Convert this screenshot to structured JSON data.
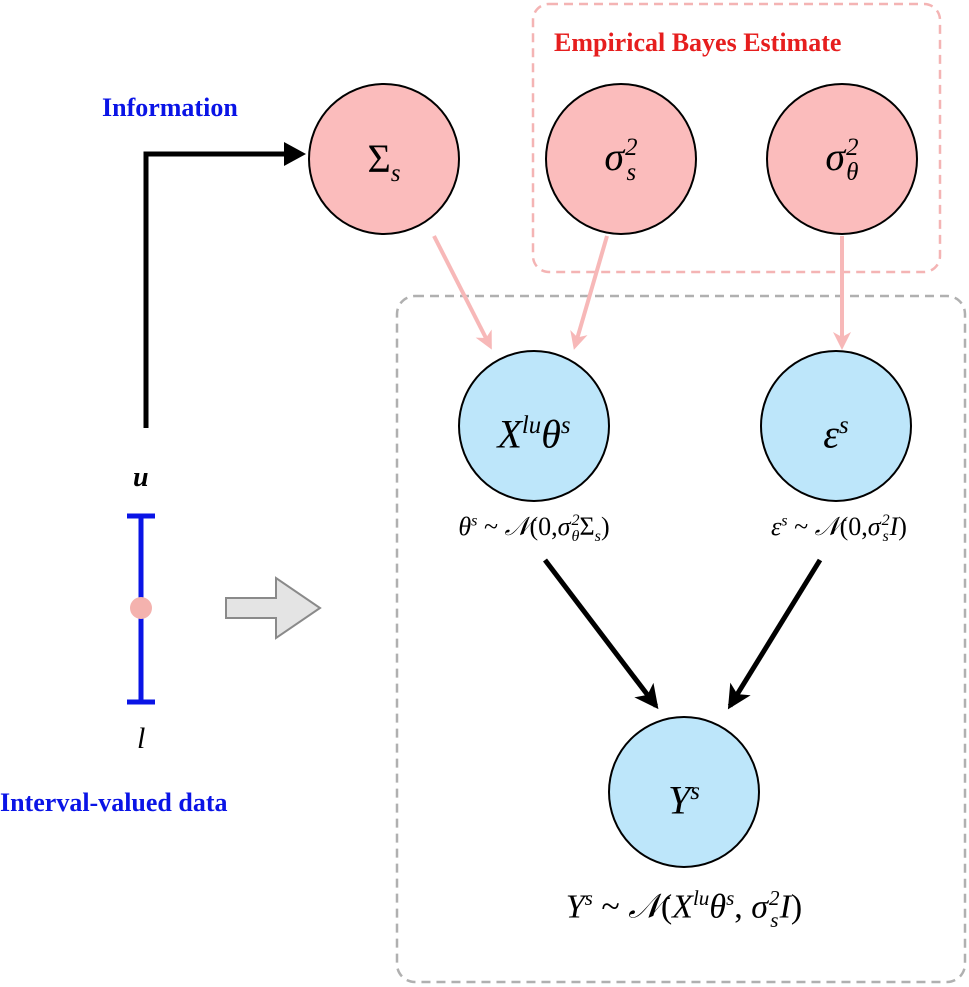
{
  "labels": {
    "information": "Information",
    "empirical_bayes": "Empirical Bayes Estimate",
    "interval_data": "Interval-valued data",
    "upper": "u",
    "lower": "l"
  },
  "nodes": {
    "sigma_cap": {
      "base": "Σ",
      "sub": "s"
    },
    "sigma_s_sq": {
      "base": "σ",
      "sup": "2",
      "sub": "s"
    },
    "sigma_theta_sq": {
      "base": "σ",
      "sup": "2",
      "sub": "θ"
    },
    "x_theta": {
      "x": "X",
      "x_sup": "lu",
      "theta": "θ",
      "theta_sup": "s"
    },
    "epsilon": {
      "base": "ε",
      "sup": "s"
    },
    "y": {
      "base": "Y",
      "sup": "s"
    }
  },
  "formulas": {
    "theta_dist": {
      "lhs": "θ",
      "lhs_sup": "s",
      "tilde": " ~ ",
      "N": "𝒩",
      "open": "(0,",
      "sig": "σ",
      "sig_sup": "2",
      "sig_sub": "θ",
      "Sigma": "Σ",
      "Sigma_sub": "s",
      "close": ")"
    },
    "eps_dist": {
      "lhs": "ε",
      "lhs_sup": "s",
      "tilde": " ~ ",
      "N": "𝒩",
      "open": "(0,",
      "sig": "σ",
      "sig_sup": "2",
      "sig_sub": "s",
      "I": "I",
      "close": ")"
    },
    "y_dist": {
      "lhs": "Y",
      "lhs_sup": "s",
      "tilde": " ~ ",
      "N": "𝒩",
      "open": "(",
      "X": "X",
      "X_sup": "lu",
      "theta": "θ",
      "theta_sup": "s",
      "comma": ", ",
      "sig": "σ",
      "sig_sup": "2",
      "sig_sub": "s",
      "I": "I",
      "close": ")"
    }
  },
  "colors": {
    "pink_node": "#fbbcbc",
    "blue_node": "#bde6fa",
    "pink_arrow": "#f7b8b8",
    "interval_blue": "#0a14e6",
    "label_red": "#e61e1e",
    "dash_gray": "#b0b0b0",
    "dash_pink": "#f4b4b4"
  }
}
